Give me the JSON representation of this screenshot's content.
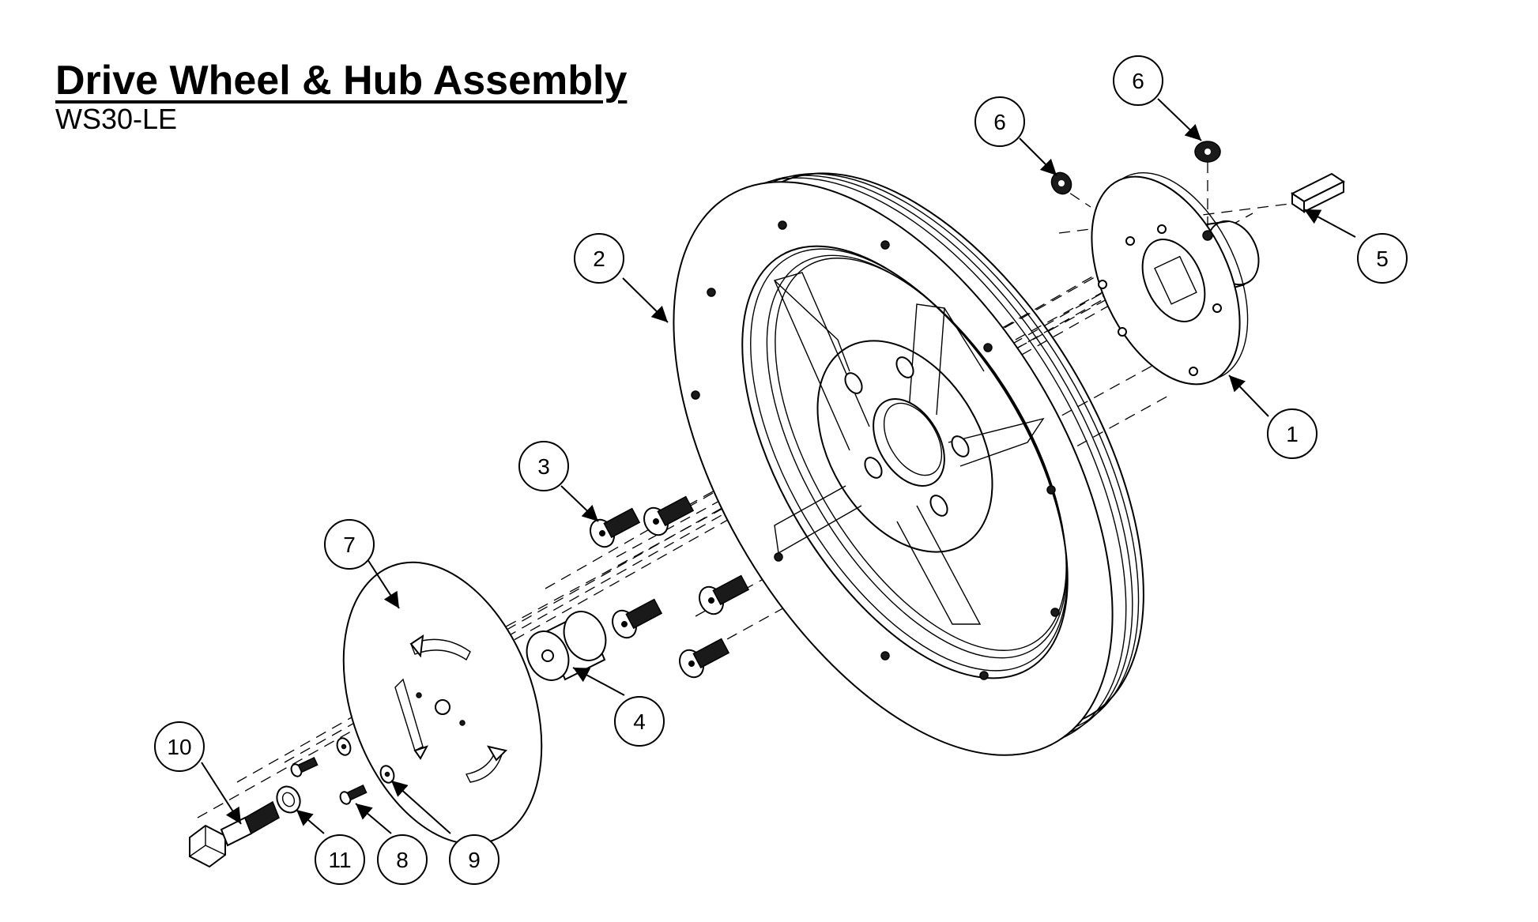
{
  "title": "Drive Wheel & Hub Assembly",
  "subtitle": "WS30-LE",
  "balloons": {
    "hub": "1",
    "wheel": "2",
    "wheel_screws": "3",
    "spacer": "4",
    "key": "5",
    "set_screw_left": "6",
    "set_screw_top": "6",
    "cover_plate": "7",
    "small_screw": "8",
    "washer": "9",
    "bolt": "10",
    "lock_washer": "11"
  }
}
